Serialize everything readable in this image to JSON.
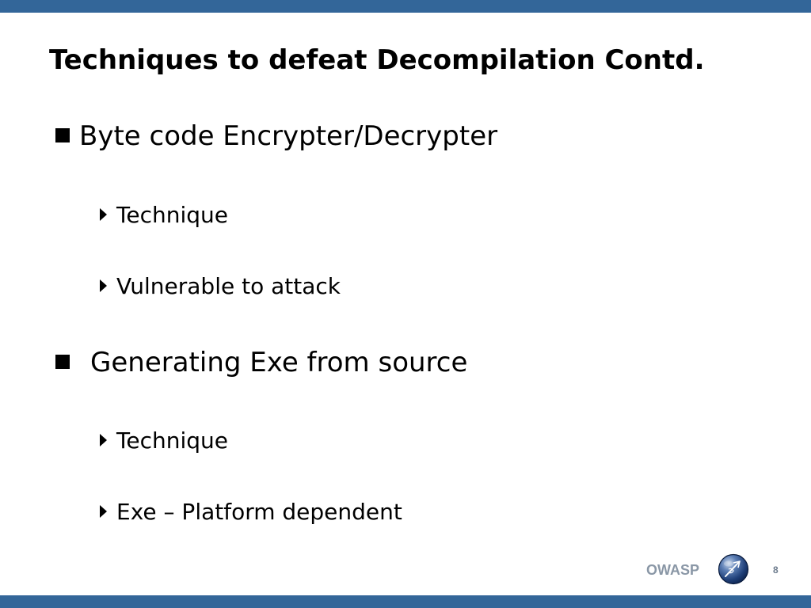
{
  "slide": {
    "title": "Techniques to defeat Decompilation Contd.",
    "sections": [
      {
        "heading": "Byte code Encrypter/Decrypter",
        "items": [
          "Technique",
          "Vulnerable to attack"
        ]
      },
      {
        "heading": "Generating Exe from source",
        "items": [
          "Technique",
          "Exe – Platform dependent"
        ]
      }
    ]
  },
  "footer": {
    "brand": "OWASP",
    "page_number": "8",
    "logo_icon": "owasp-wasp-logo-icon"
  },
  "colors": {
    "accent_bar": "#336699",
    "footer_text": "#8a97a6",
    "text": "#000000"
  }
}
